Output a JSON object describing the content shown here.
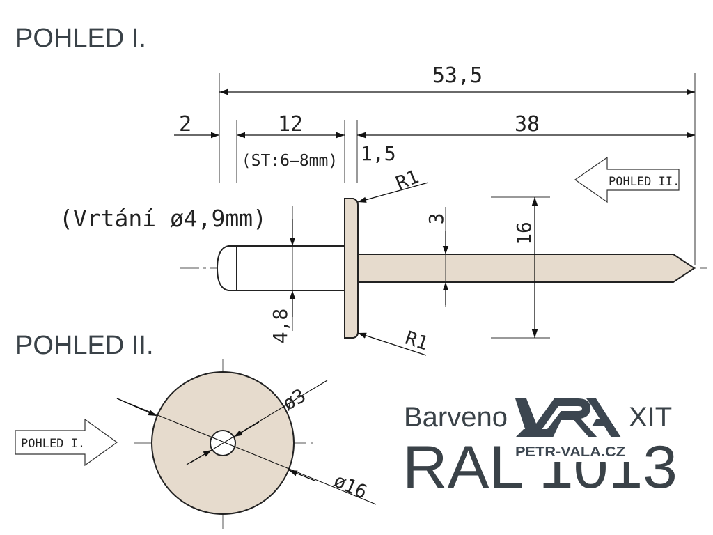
{
  "views": {
    "view1_title": "POHLED I.",
    "view2_title": "POHLED II.",
    "arrow_to_view2": "POHLED II.",
    "arrow_to_view1": "POHLED I."
  },
  "dimensions": {
    "total_length": "53,5",
    "head_offset": "2",
    "grip_length": "12",
    "grip_range": "(ST:6–8mm)",
    "flange_thickness": "1,5",
    "mandrel_length": "38",
    "radius_top": "R1",
    "radius_bottom": "R1",
    "mandrel_diameter": "3",
    "head_diameter": "16",
    "body_diameter": "4,8",
    "drilling_note": "(Vrtání ø4,9mm)",
    "view2_inner_diameter": "ø3",
    "view2_outer_diameter": "ø16"
  },
  "color_label": {
    "line1": "Barveno",
    "line1_suffix": "XIT",
    "ral": "RAL 1013"
  },
  "watermark": {
    "url": "PETR-VALA.CZ"
  },
  "colors": {
    "part_fill": "#e6dbcd",
    "line": "#222222",
    "title": "#3a4248",
    "watermark": "#3c4650"
  }
}
